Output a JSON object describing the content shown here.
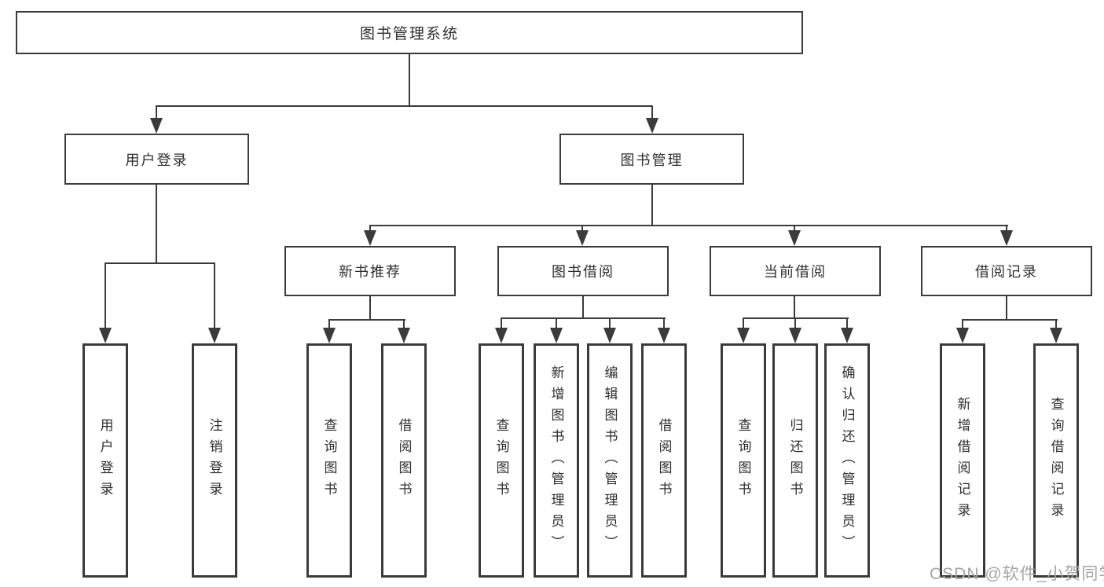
{
  "diagram": {
    "type": "tree",
    "title": "图书管理系统",
    "nodes": {
      "root": "图书管理系统",
      "user_login": "用户登录",
      "book_management": "图书管理",
      "new_book_recommend": "新书推荐",
      "book_borrowing": "图书借阅",
      "current_borrowing": "当前借阅",
      "borrowing_records": "借阅记录",
      "user_login_leaves": [
        "用户登录",
        "注销登录"
      ],
      "new_book_recommend_leaves": [
        "查询图书",
        "借阅图书"
      ],
      "book_borrowing_leaves": [
        "查询图书",
        "新增图书（管理员）",
        "编辑图书（管理员）",
        "借阅图书"
      ],
      "current_borrowing_leaves": [
        "查询图书",
        "归还图书",
        "确认归还（管理员）"
      ],
      "borrowing_records_leaves": [
        "新增借阅记录",
        "查询借阅记录"
      ]
    },
    "hierarchy": {
      "图书管理系统": [
        "用户登录",
        "图书管理"
      ],
      "用户登录": [
        "用户登录",
        "注销登录"
      ],
      "图书管理": [
        "新书推荐",
        "图书借阅",
        "当前借阅",
        "借阅记录"
      ],
      "新书推荐": [
        "查询图书",
        "借阅图书"
      ],
      "图书借阅": [
        "查询图书",
        "新增图书（管理员）",
        "编辑图书（管理员）",
        "借阅图书"
      ],
      "当前借阅": [
        "查询图书",
        "归还图书",
        "确认归还（管理员）"
      ],
      "借阅记录": [
        "新增借阅记录",
        "查询借阅记录"
      ]
    },
    "colors": {
      "line": "#3b3b3b",
      "text": "#2e2e2e",
      "watermark": "#a5a5a5",
      "background": "#ffffff"
    },
    "watermark": "CSDN @软件_小贺同学"
  }
}
